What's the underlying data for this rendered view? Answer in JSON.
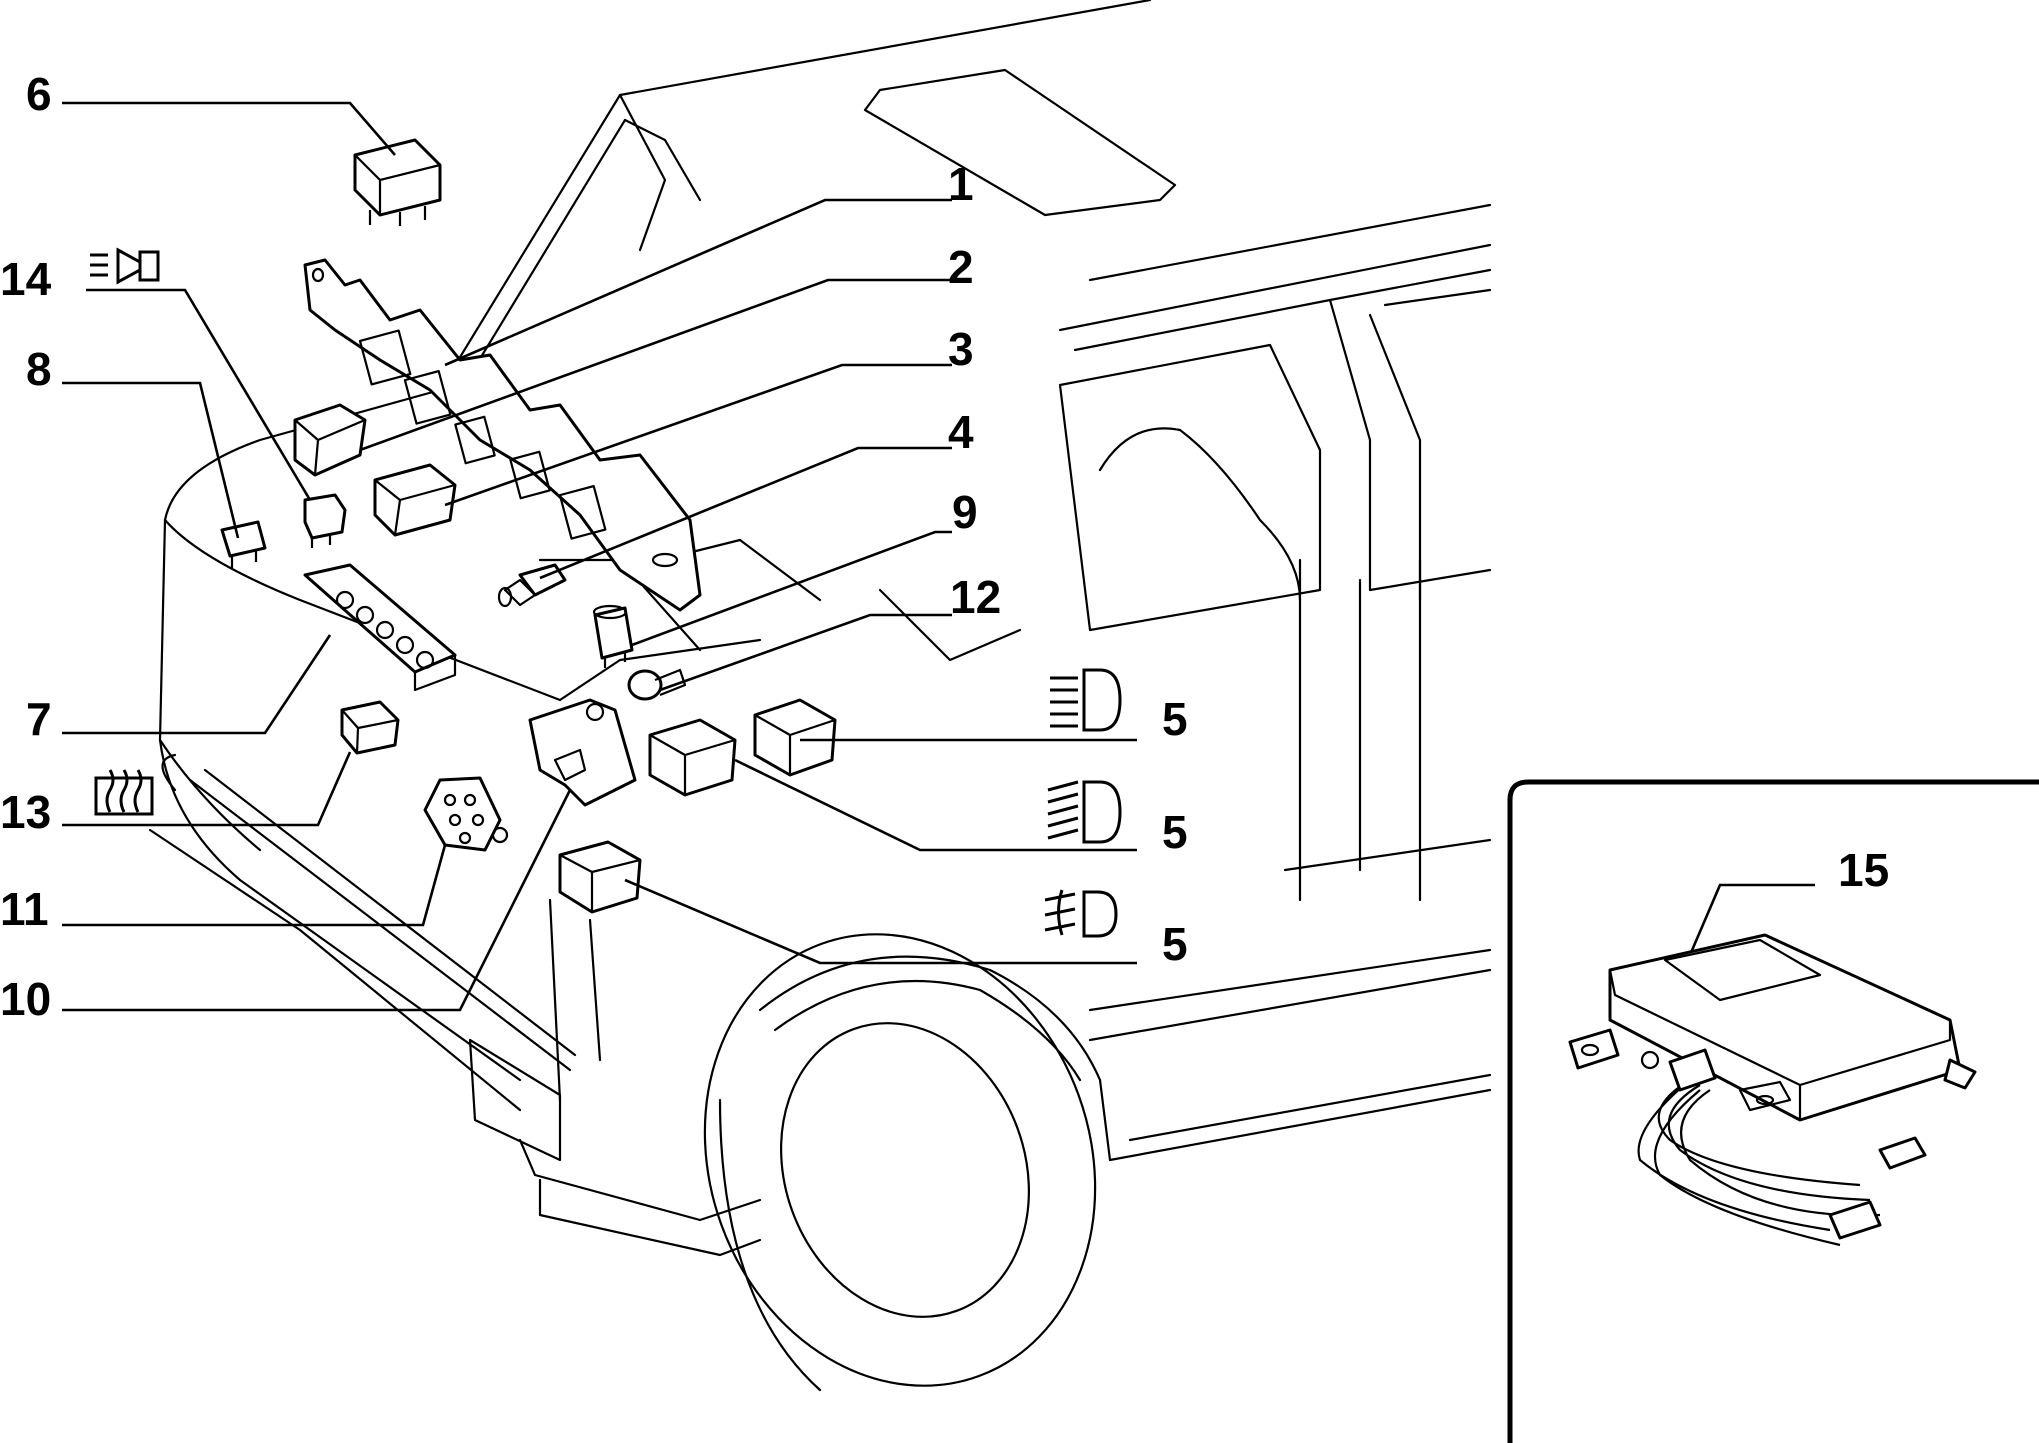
{
  "callouts": {
    "c1": "1",
    "c2": "2",
    "c3": "3",
    "c4": "4",
    "c5a": "5",
    "c5b": "5",
    "c5c": "5",
    "c6": "6",
    "c7": "7",
    "c8": "8",
    "c9": "9",
    "c10": "10",
    "c11": "11",
    "c12": "12",
    "c13": "13",
    "c14": "14",
    "c15": "15"
  },
  "icons": {
    "c5a": "high-beam-headlight-symbol",
    "c5b": "low-beam-headlight-symbol",
    "c5c": "fog-light-symbol",
    "c13": "rear-window-defroster-symbol",
    "c14": "horn-symbol"
  }
}
